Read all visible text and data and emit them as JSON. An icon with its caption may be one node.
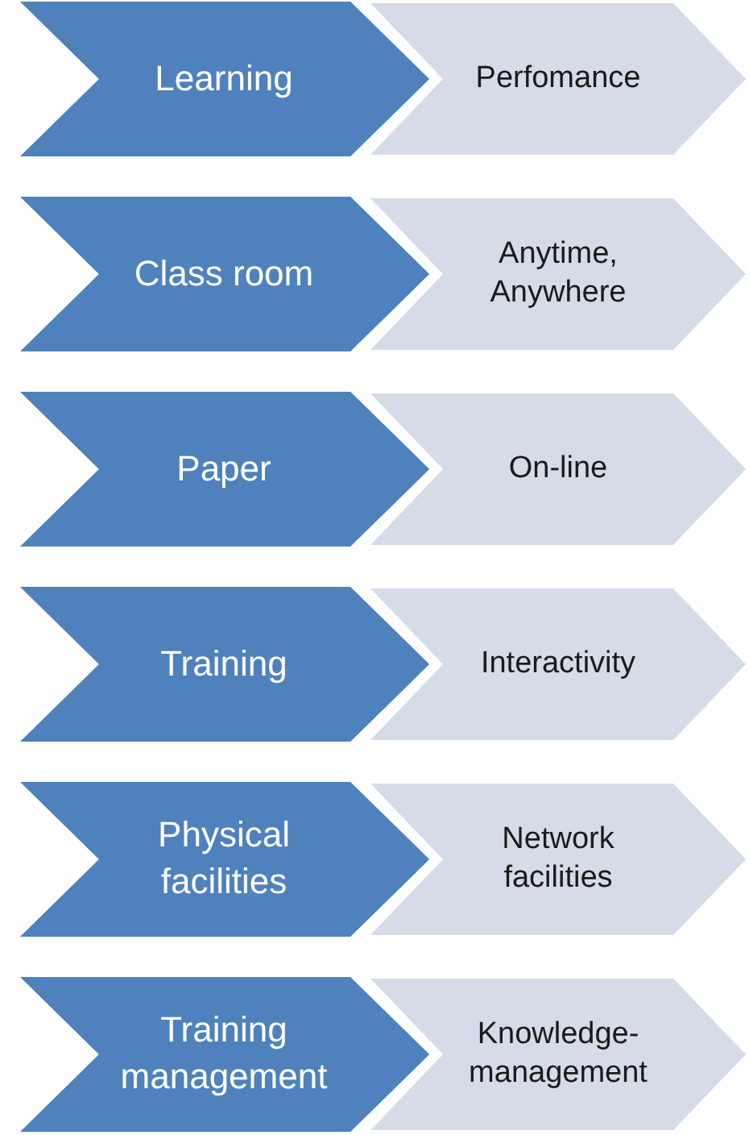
{
  "diagram": {
    "nodes": [
      {
        "text": [
          "Learning"
        ]
      },
      {
        "text": [
          "Perfomance"
        ]
      },
      {
        "text": [
          "Class room"
        ]
      },
      {
        "text": [
          "Anytime, Anywhere"
        ]
      },
      {
        "text": [
          "Paper"
        ]
      },
      {
        "text": [
          "On-line"
        ]
      },
      {
        "text": [
          "Training"
        ]
      },
      {
        "text": [
          "Interactivity"
        ]
      },
      {
        "text": [
          "Physical facilities"
        ]
      },
      {
        "text": [
          "Network facilities"
        ]
      },
      {
        "text": [
          "Training management"
        ]
      },
      {
        "text": [
          "Knowledge-management"
        ]
      }
    ]
  }
}
